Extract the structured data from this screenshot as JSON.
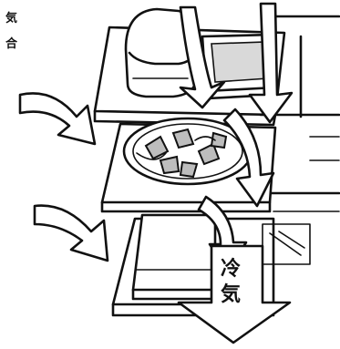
{
  "figure": {
    "side_text_top": "気",
    "side_text_bottom": "合",
    "cold_air_label_top": "冷",
    "cold_air_label_bottom": "気"
  }
}
